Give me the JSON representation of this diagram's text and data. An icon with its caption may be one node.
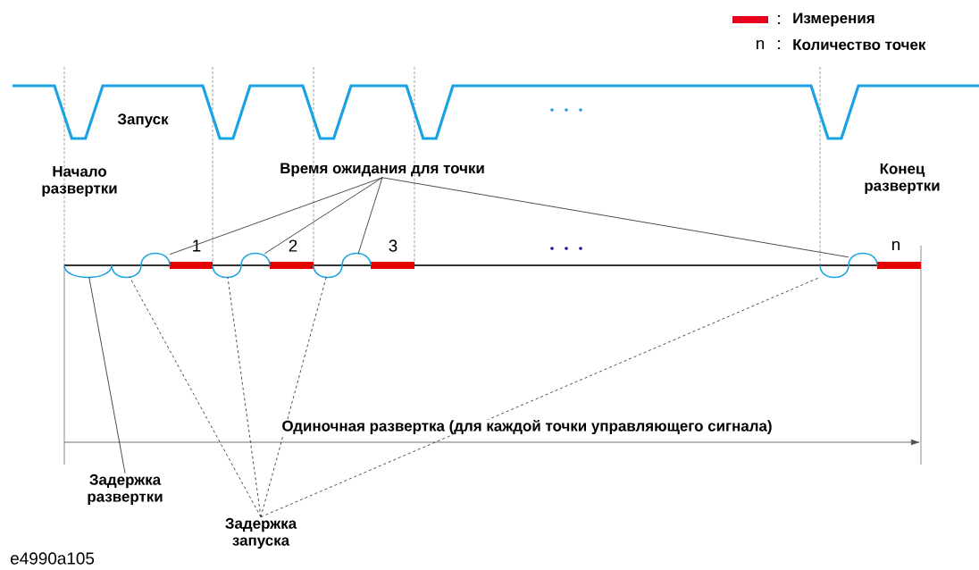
{
  "diagram": {
    "nodes": [
      {
        "text": [
          "Время ожидания для точки"
        ]
      },
      {
        "text": [],
        "shape": "arc"
      },
      {
        "text": [],
        "shape": "arc"
      },
      {
        "text": [],
        "shape": "arc"
      },
      {
        "text": [],
        "shape": "arc"
      },
      {
        "text": [
          "Задержка развертки"
        ]
      },
      {
        "text": [],
        "shape": "arc"
      },
      {
        "text": [
          "Задержка запуска"
        ]
      },
      {
        "text": [],
        "shape": "arc"
      },
      {
        "text": [],
        "shape": "arc"
      },
      {
        "text": [],
        "shape": "arc"
      },
      {
        "text": [],
        "shape": "arc"
      }
    ],
    "edges": [
      {
        "from": 0,
        "to": 1,
        "arrow": "none"
      },
      {
        "from": 0,
        "to": 2,
        "arrow": "none"
      },
      {
        "from": 0,
        "to": 3,
        "arrow": "none"
      },
      {
        "from": 0,
        "to": 4,
        "arrow": "none"
      },
      {
        "from": 5,
        "to": 6,
        "arrow": "none"
      },
      {
        "from": 7,
        "to": 8,
        "arrow": "none",
        "style": "dashed"
      },
      {
        "from": 7,
        "to": 9,
        "arrow": "none",
        "style": "dashed"
      },
      {
        "from": 7,
        "to": 10,
        "arrow": "none",
        "style": "dashed"
      },
      {
        "from": 7,
        "to": 11,
        "arrow": "none",
        "style": "dashed"
      }
    ],
    "labels": [
      "Запуск",
      "Начало развертки",
      "Конец развертки",
      "1",
      "2",
      "3",
      "n",
      "Одиночная развертка (для каждой точки управляющего сигнала)",
      "e4990a105",
      "n",
      ":",
      ":"
    ],
    "legend": [
      {
        "text": "Измерения",
        "color": "#e8001c"
      },
      {
        "text": "Количество точек"
      }
    ]
  }
}
